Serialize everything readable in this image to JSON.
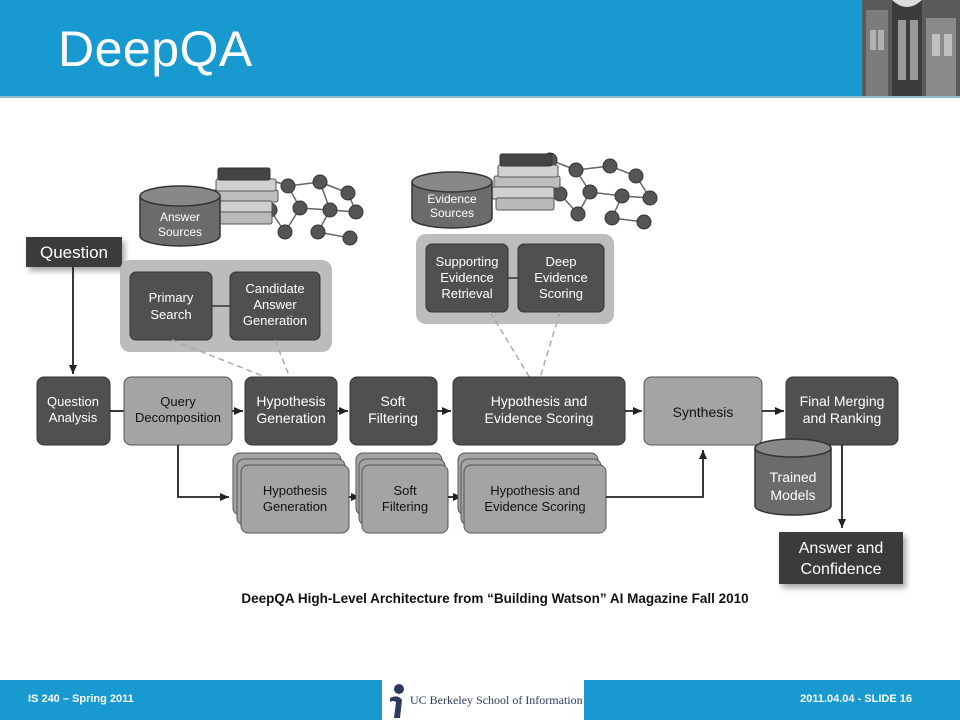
{
  "slide": {
    "title": "DeepQA",
    "caption": "DeepQA High-Level Architecture from “Building Watson” AI Magazine Fall 2010"
  },
  "footer": {
    "left": "IS 240 – Spring 2011",
    "right": "2011.04.04 - SLIDE 16",
    "logo_text": "UC Berkeley School of Information"
  },
  "diagram": {
    "question": "Question",
    "answer_sources": [
      "Answer",
      "Sources"
    ],
    "evidence_sources": [
      "Evidence",
      "Sources"
    ],
    "primary_search": [
      "Primary",
      "Search"
    ],
    "candidate_generation": [
      "Candidate",
      "Answer",
      "Generation"
    ],
    "supporting_evidence": [
      "Supporting",
      "Evidence",
      "Retrieval"
    ],
    "deep_evidence": [
      "Deep",
      "Evidence",
      "Scoring"
    ],
    "question_analysis": [
      "Question",
      "Analysis"
    ],
    "query_decomposition": [
      "Query",
      "Decomposition"
    ],
    "hypothesis_generation": [
      "Hypothesis",
      "Generation"
    ],
    "soft_filtering": [
      "Soft",
      "Filtering"
    ],
    "hypothesis_scoring": [
      "Hypothesis and",
      "Evidence Scoring"
    ],
    "synthesis": "Synthesis",
    "final_merging": [
      "Final Merging",
      "and Ranking"
    ],
    "trained_models": [
      "Trained",
      "Models"
    ],
    "answer_confidence": [
      "Answer and",
      "Confidence"
    ],
    "colors": {
      "dark_box": "#505050",
      "light_box": "#a4a4a4",
      "group_bg": "#bcbcbc",
      "header": "#1899cf"
    }
  }
}
